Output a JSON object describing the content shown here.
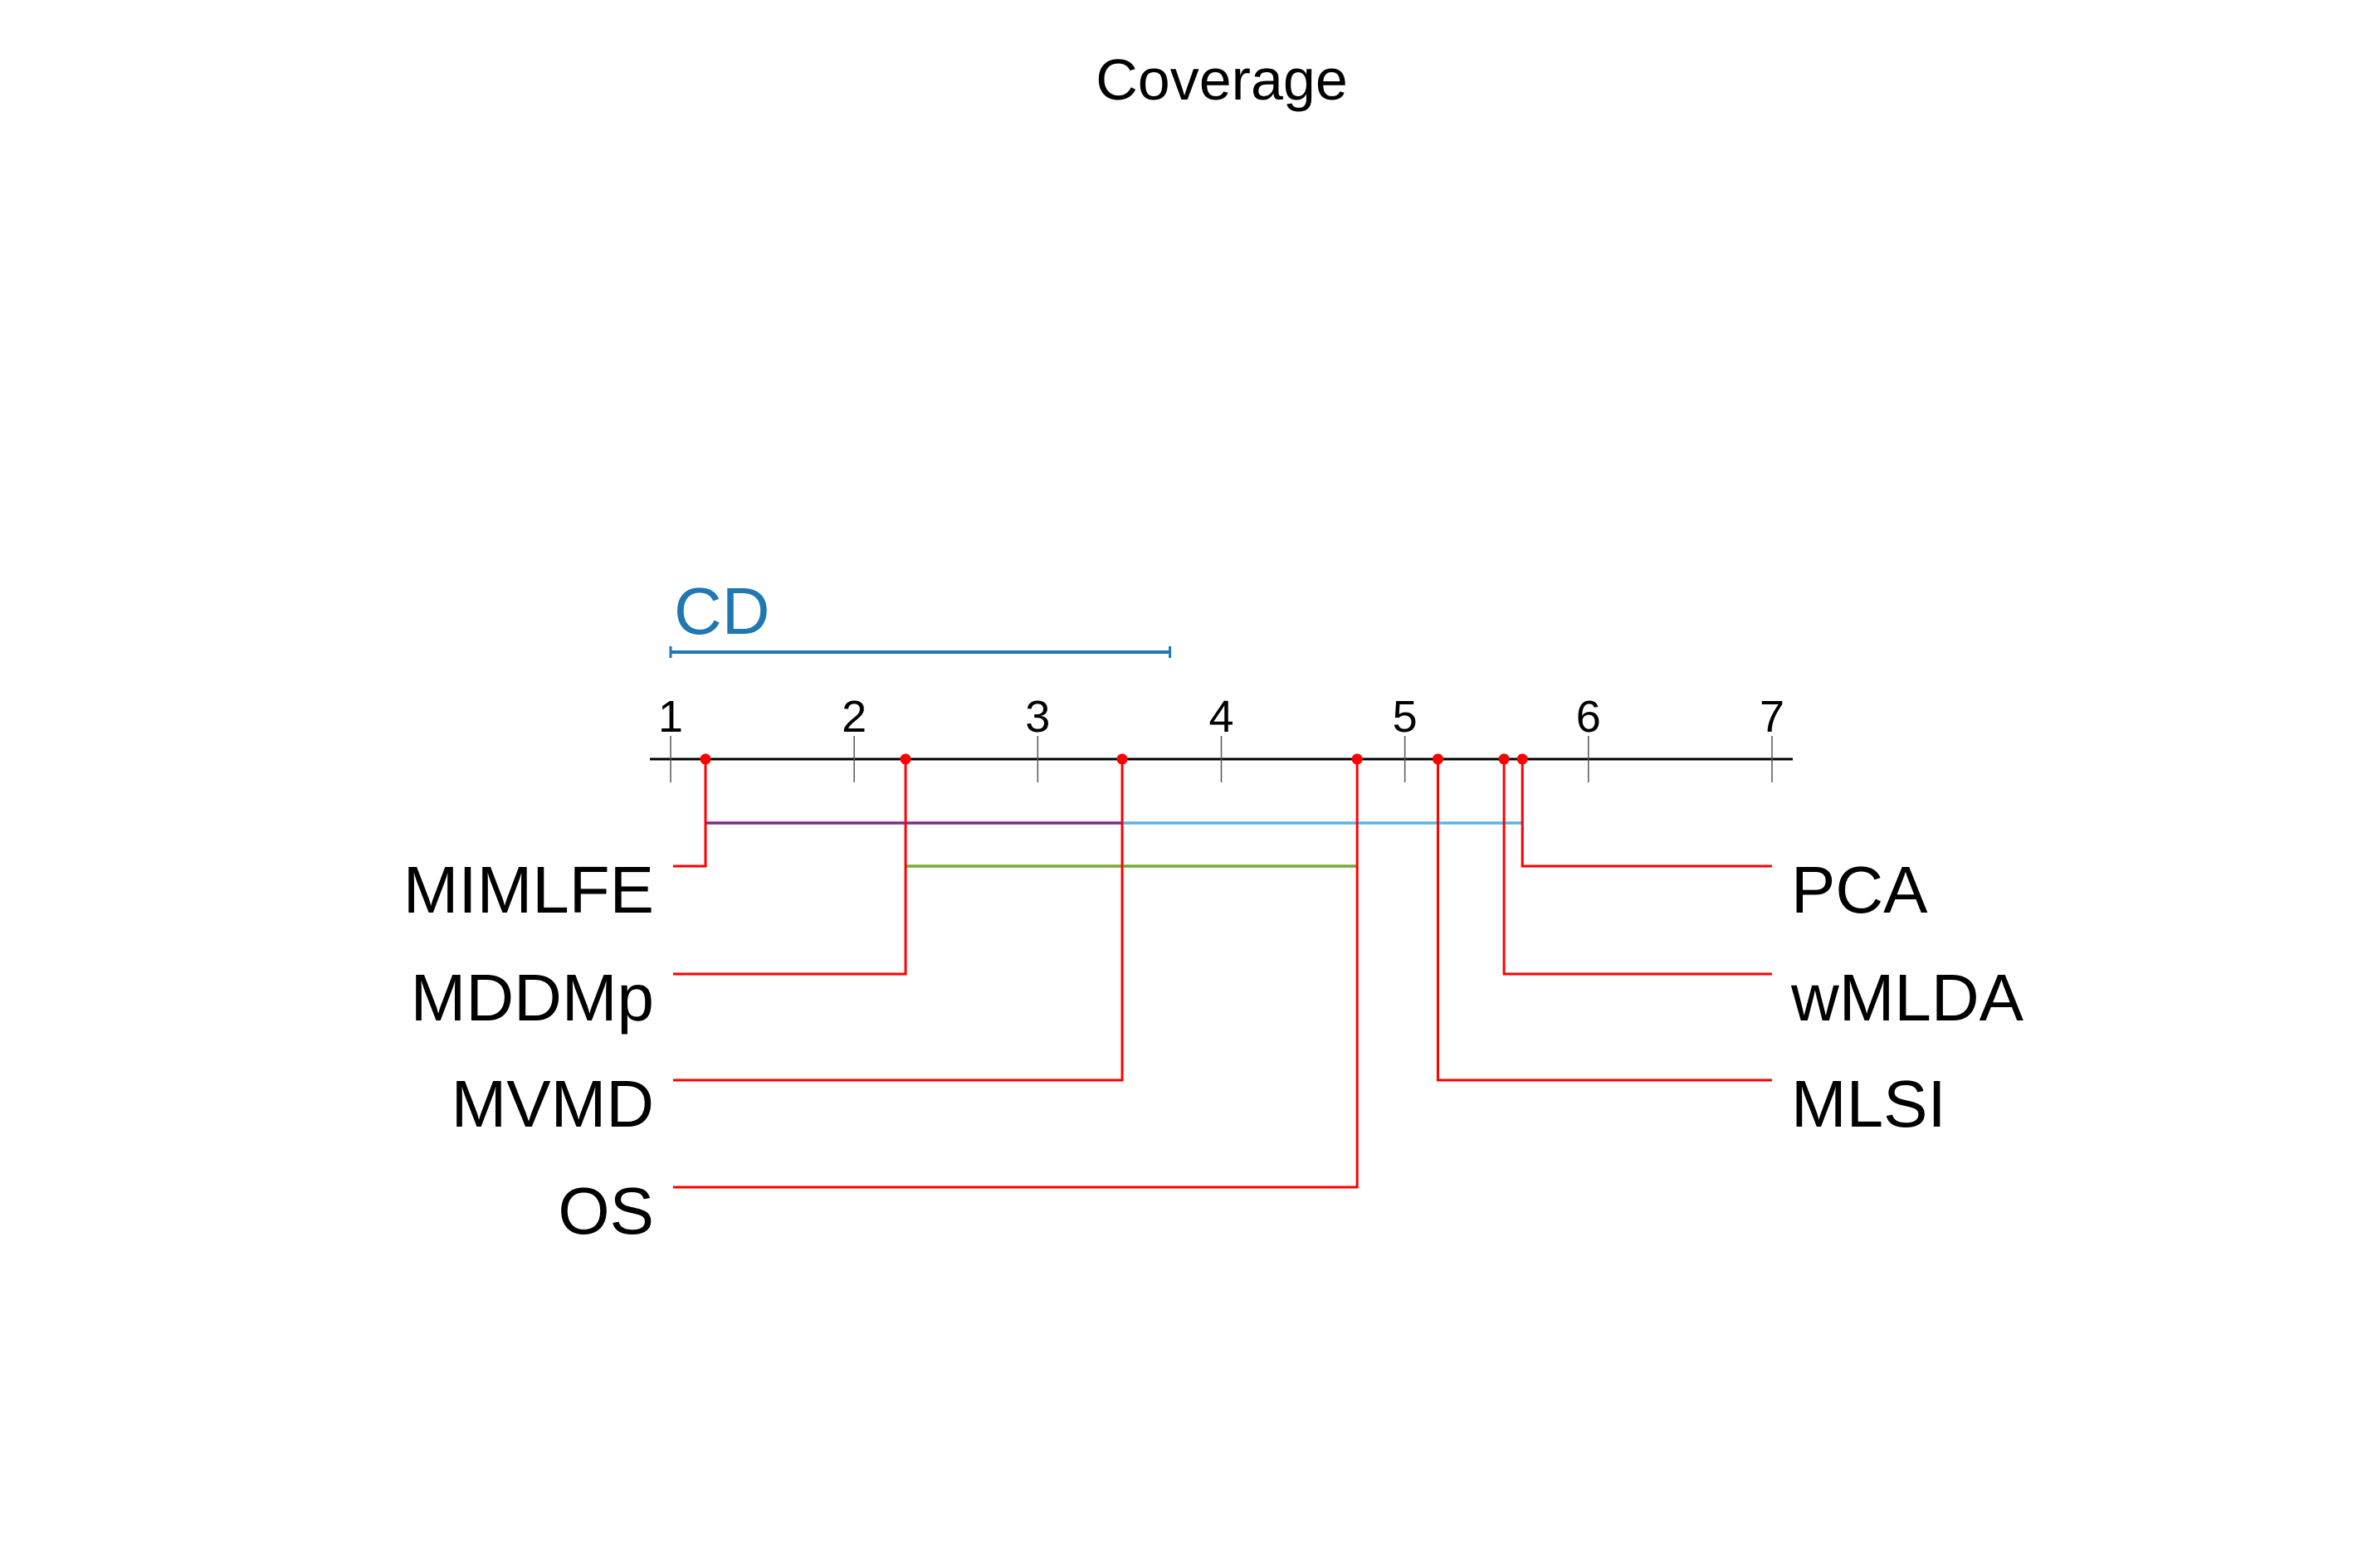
{
  "chart_data": {
    "type": "critical-difference-diagram",
    "title": "Coverage",
    "axis": {
      "min": 1,
      "max": 7,
      "ticks": [
        1,
        2,
        3,
        4,
        5,
        6,
        7
      ]
    },
    "cd": {
      "label": "CD",
      "value": 2.72,
      "color": "#1f77b4"
    },
    "methods_left": [
      {
        "name": "MIMLFE",
        "rank": 1.19
      },
      {
        "name": "MDDMp",
        "rank": 2.28
      },
      {
        "name": "MVMD",
        "rank": 3.46
      },
      {
        "name": "OS",
        "rank": 4.74
      }
    ],
    "methods_right": [
      {
        "name": "PCA",
        "rank": 5.64
      },
      {
        "name": "wMLDA",
        "rank": 5.54
      },
      {
        "name": "MLSI",
        "rank": 5.18
      }
    ],
    "groups": [
      {
        "from": 1.19,
        "to": 3.46,
        "color": "#7b2f8a"
      },
      {
        "from": 3.46,
        "to": 5.64,
        "color": "#5bb4e5"
      },
      {
        "from": 2.28,
        "to": 4.74,
        "color": "#77ac30"
      }
    ],
    "colors": {
      "axis": "#000000",
      "connector": "#ff0000",
      "tick": "#555555"
    }
  }
}
